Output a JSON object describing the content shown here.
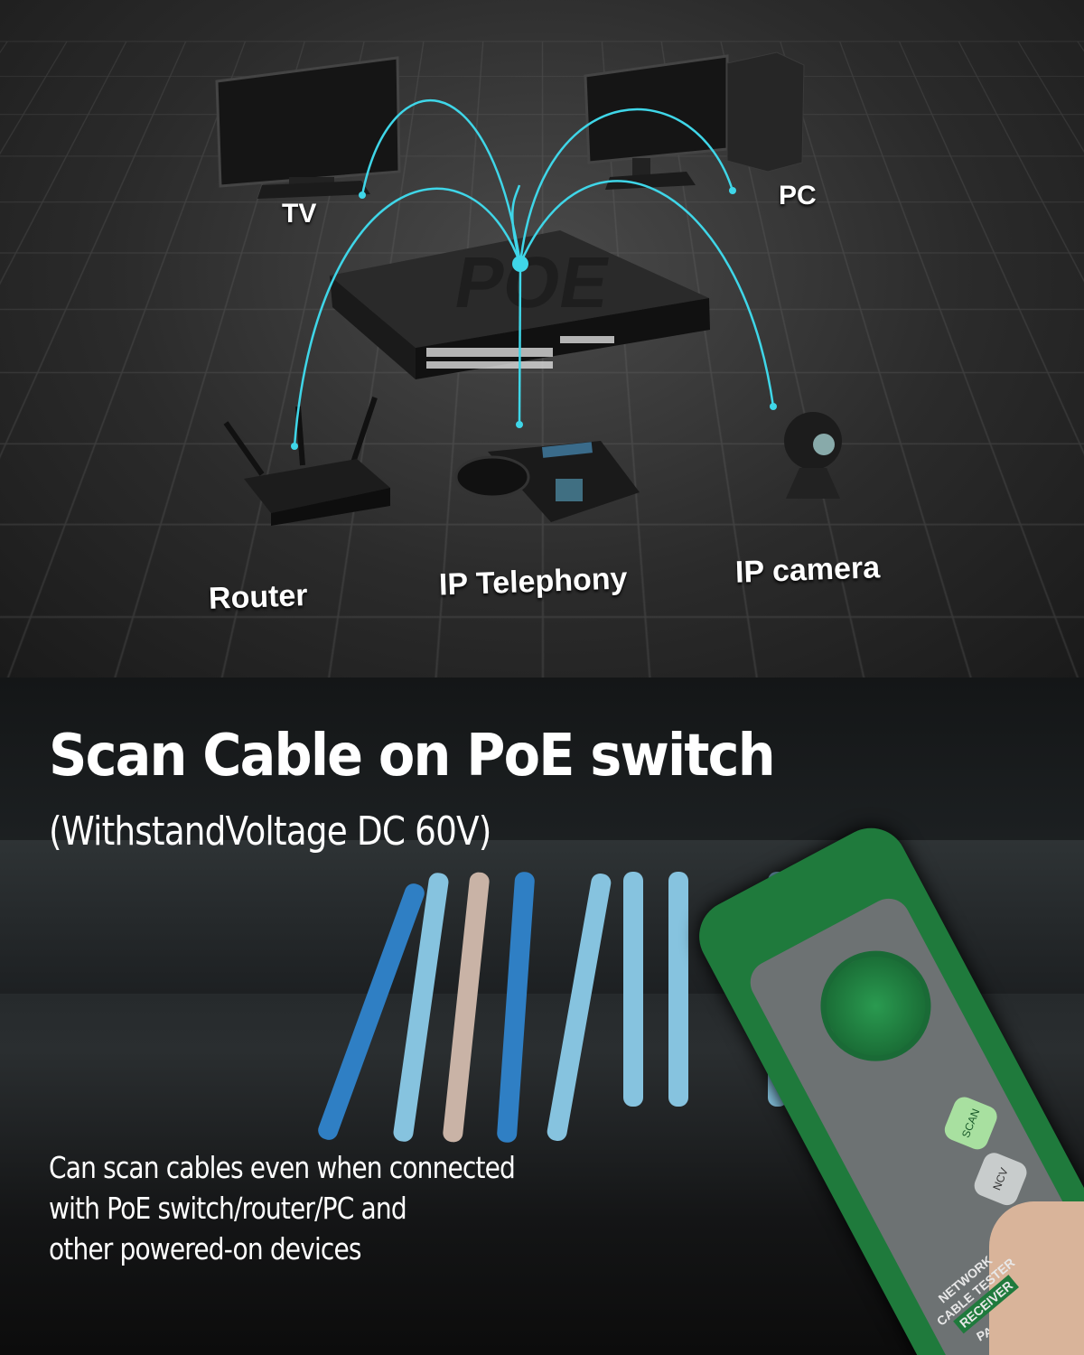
{
  "diagram": {
    "hub_label": "POE",
    "devices": [
      {
        "label": "TV"
      },
      {
        "label": "PC"
      },
      {
        "label": "Router"
      },
      {
        "label": "IP Telephony"
      },
      {
        "label": "IP camera"
      }
    ],
    "link_color": "#3fd6e8"
  },
  "headline": "Scan Cable on PoE switch",
  "subtitle": "(WithstandVoltage DC 60V)",
  "body_lines": [
    "Can scan cables even when connected",
    "with PoE switch/router/PC and",
    "other powered-on devices"
  ],
  "tester": {
    "scan_label": "SCAN",
    "ncv_label": "NCV",
    "pair_label": "PAIR",
    "name_line1": "NETWORK",
    "name_line2": "CABLE TESTER",
    "name_line3": "RECEIVER",
    "body_color": "#1f7a3c"
  }
}
